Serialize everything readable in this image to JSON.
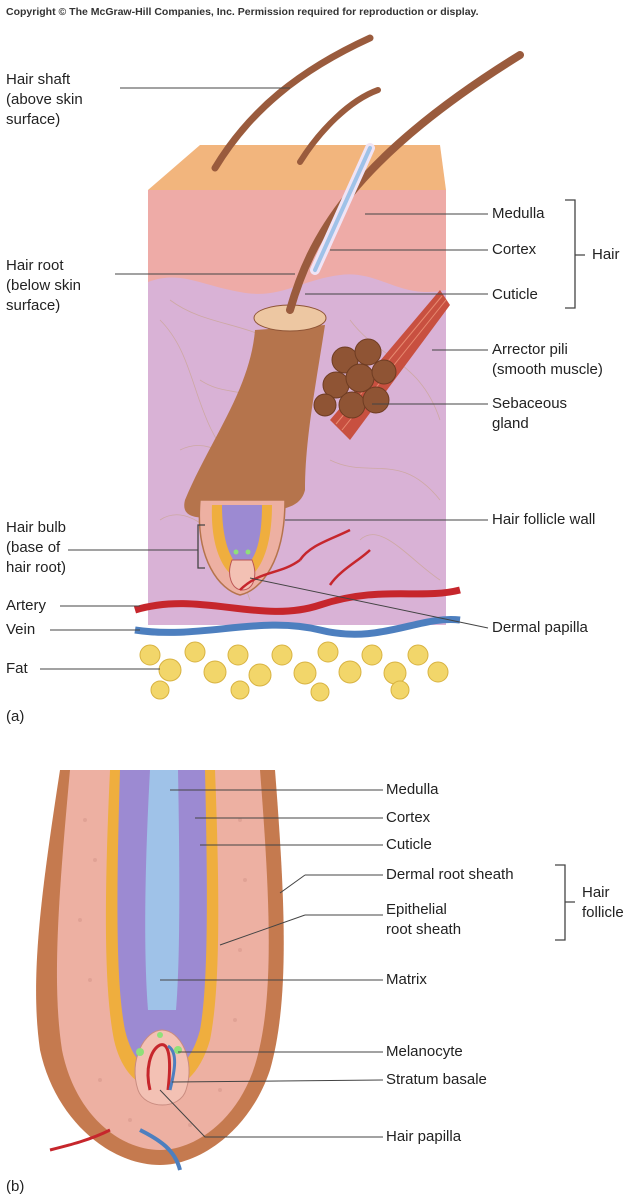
{
  "copyright": "Copyright © The McGraw-Hill Companies, Inc. Permission required for reproduction or display.",
  "part_a": {
    "letter": "(a)",
    "labels": {
      "hair_shaft": [
        "Hair shaft",
        "(above skin",
        "surface)"
      ],
      "hair_root": [
        "Hair root",
        "(below skin",
        "surface)"
      ],
      "hair_bulb": [
        "Hair bulb",
        "(base of",
        "hair root)"
      ],
      "artery": "Artery",
      "vein": "Vein",
      "fat": "Fat",
      "medulla": "Medulla",
      "cortex": "Cortex",
      "cuticle": "Cuticle",
      "hair_group": "Hair",
      "arrector_pili": [
        "Arrector pili",
        "(smooth muscle)"
      ],
      "sebaceous_gland": [
        "Sebaceous",
        "gland"
      ],
      "hair_follicle_wall": "Hair follicle wall",
      "dermal_papilla": "Dermal papilla"
    }
  },
  "part_b": {
    "letter": "(b)",
    "labels": {
      "medulla": "Medulla",
      "cortex": "Cortex",
      "cuticle": "Cuticle",
      "dermal_root_sheath": "Dermal root sheath",
      "epithelial_root_sheath": [
        "Epithelial",
        "root sheath"
      ],
      "hair_follicle_group": [
        "Hair",
        "follicle"
      ],
      "matrix": "Matrix",
      "melanocyte": "Melanocyte",
      "stratum_basale": "Stratum basale",
      "hair_papilla": "Hair papilla"
    }
  },
  "colors": {
    "epidermis_top": "#f2b57d",
    "epidermis": "#eeaba7",
    "dermis": "#d9b2d6",
    "follicle": "#b5744c",
    "artery": "#c6262c",
    "vein": "#4d7fbf",
    "fat": "#f2d66a",
    "sebaceous": "#8f5434",
    "muscle": "#c85040",
    "medulla": "#9fc2e8",
    "cortex": "#9c8ad2",
    "cuticle": "#efae3e",
    "sheath": "#edb0a2",
    "dermal_sheath": "#c57a4f"
  }
}
